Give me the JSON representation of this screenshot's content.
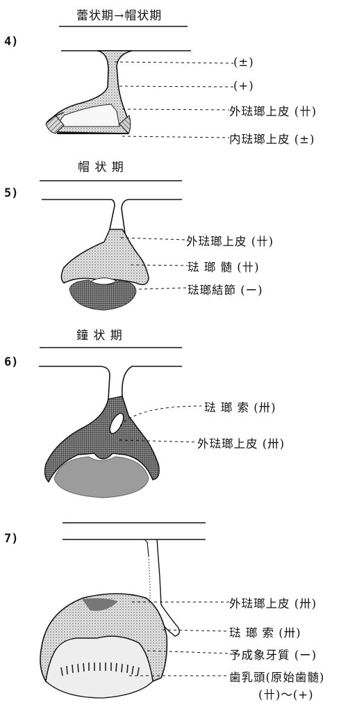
{
  "header": {
    "title": "蕾状期→帽状期"
  },
  "stages": [
    {
      "num": "4)",
      "title": "",
      "labels": [
        "(±)",
        "(+)",
        "外琺瑯上皮 (卄)",
        "内琺瑯上皮 (±)"
      ]
    },
    {
      "num": "5)",
      "title": "帽 状 期",
      "labels": [
        "外琺瑯上皮 (卄)",
        "琺 瑯 髄 (卄)",
        "琺瑯結節 (ー)"
      ]
    },
    {
      "num": "6)",
      "title": "鐘 状 期",
      "labels": [
        "琺 瑯 索 (卅)",
        "外琺瑯上皮 (卅)"
      ]
    },
    {
      "num": "7)",
      "title": "",
      "labels": [
        "外琺瑯上皮 (卅)",
        "琺 瑯 索 (卅)",
        "予成象牙質 (ー)",
        "歯乳頭(原始歯髄)",
        "(卄)〜(+)"
      ]
    }
  ]
}
